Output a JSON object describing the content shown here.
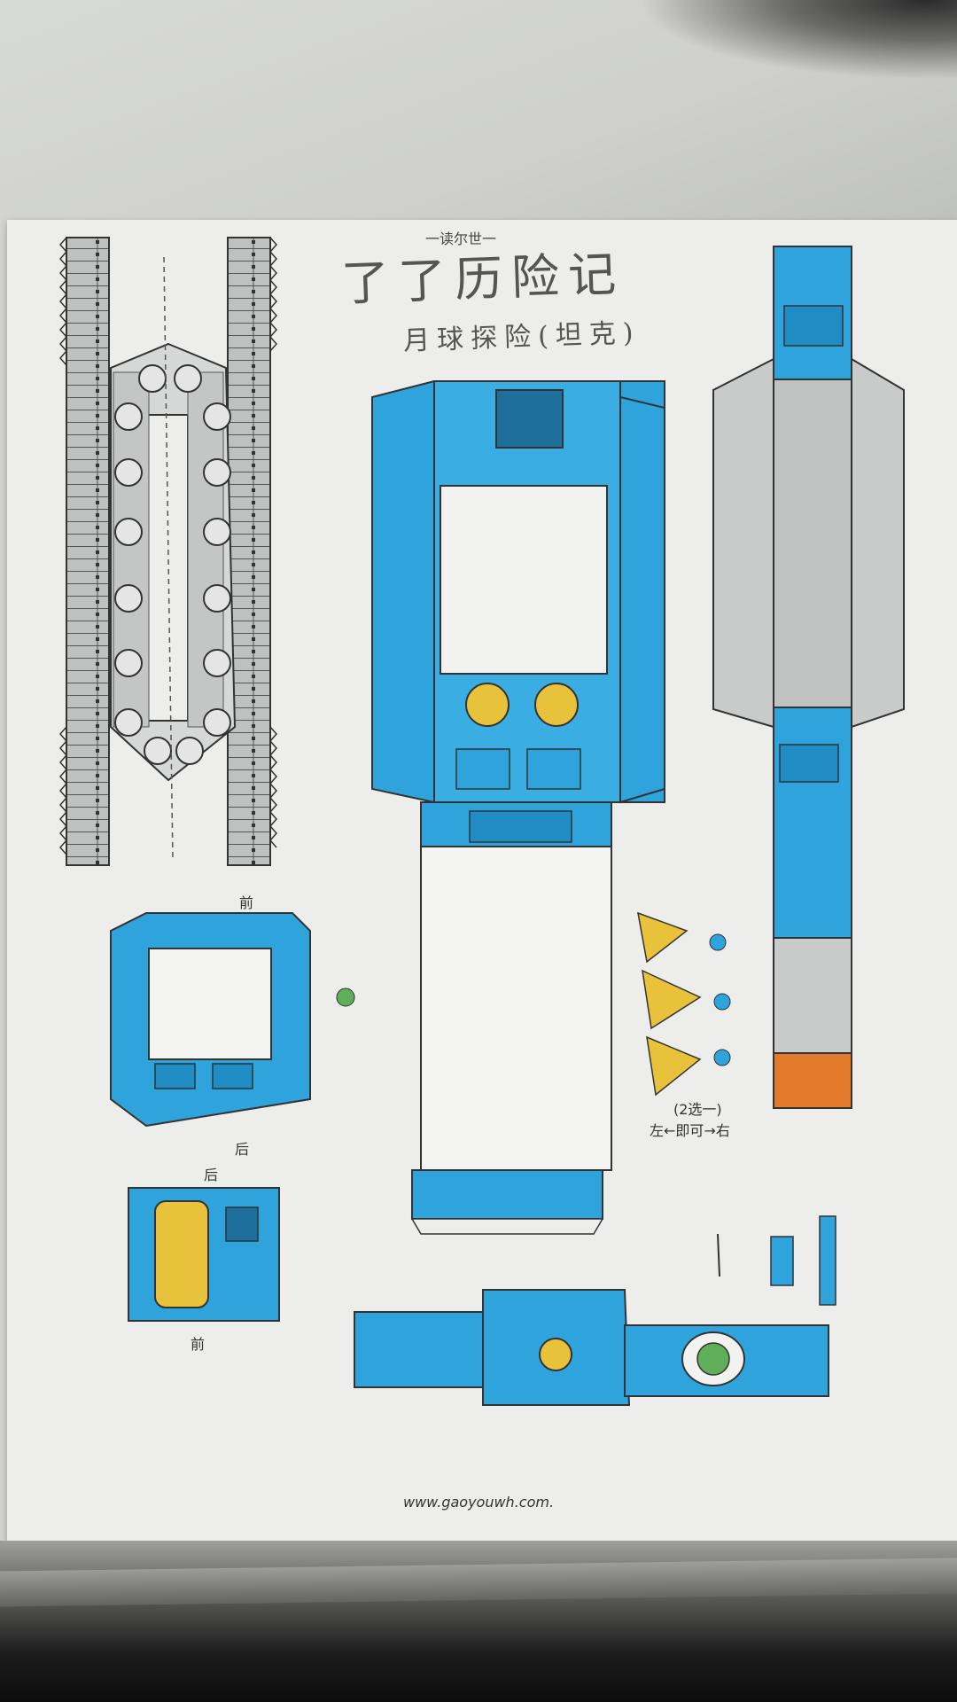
{
  "header": {
    "series_label": "一读尔世一",
    "title": "了了历险记",
    "subtitle": "月球探险(坦克)"
  },
  "notes": {
    "front_label": "前",
    "back_label": "后",
    "left_label": "后",
    "right_label": "前",
    "parts_title": "(2选一)",
    "direction": "左←即可→右"
  },
  "footer": {
    "url": "www.gaoyouwh.com."
  },
  "colors": {
    "paper": "#ededeb",
    "blue": "#2fa3dc",
    "grey": "#c9cbcb",
    "orange": "#e27a2b",
    "yellow": "#e8c23a"
  },
  "icons": [
    "tank-track-icon",
    "gear-wheel-icon",
    "figure-icon",
    "scissors-icon"
  ]
}
